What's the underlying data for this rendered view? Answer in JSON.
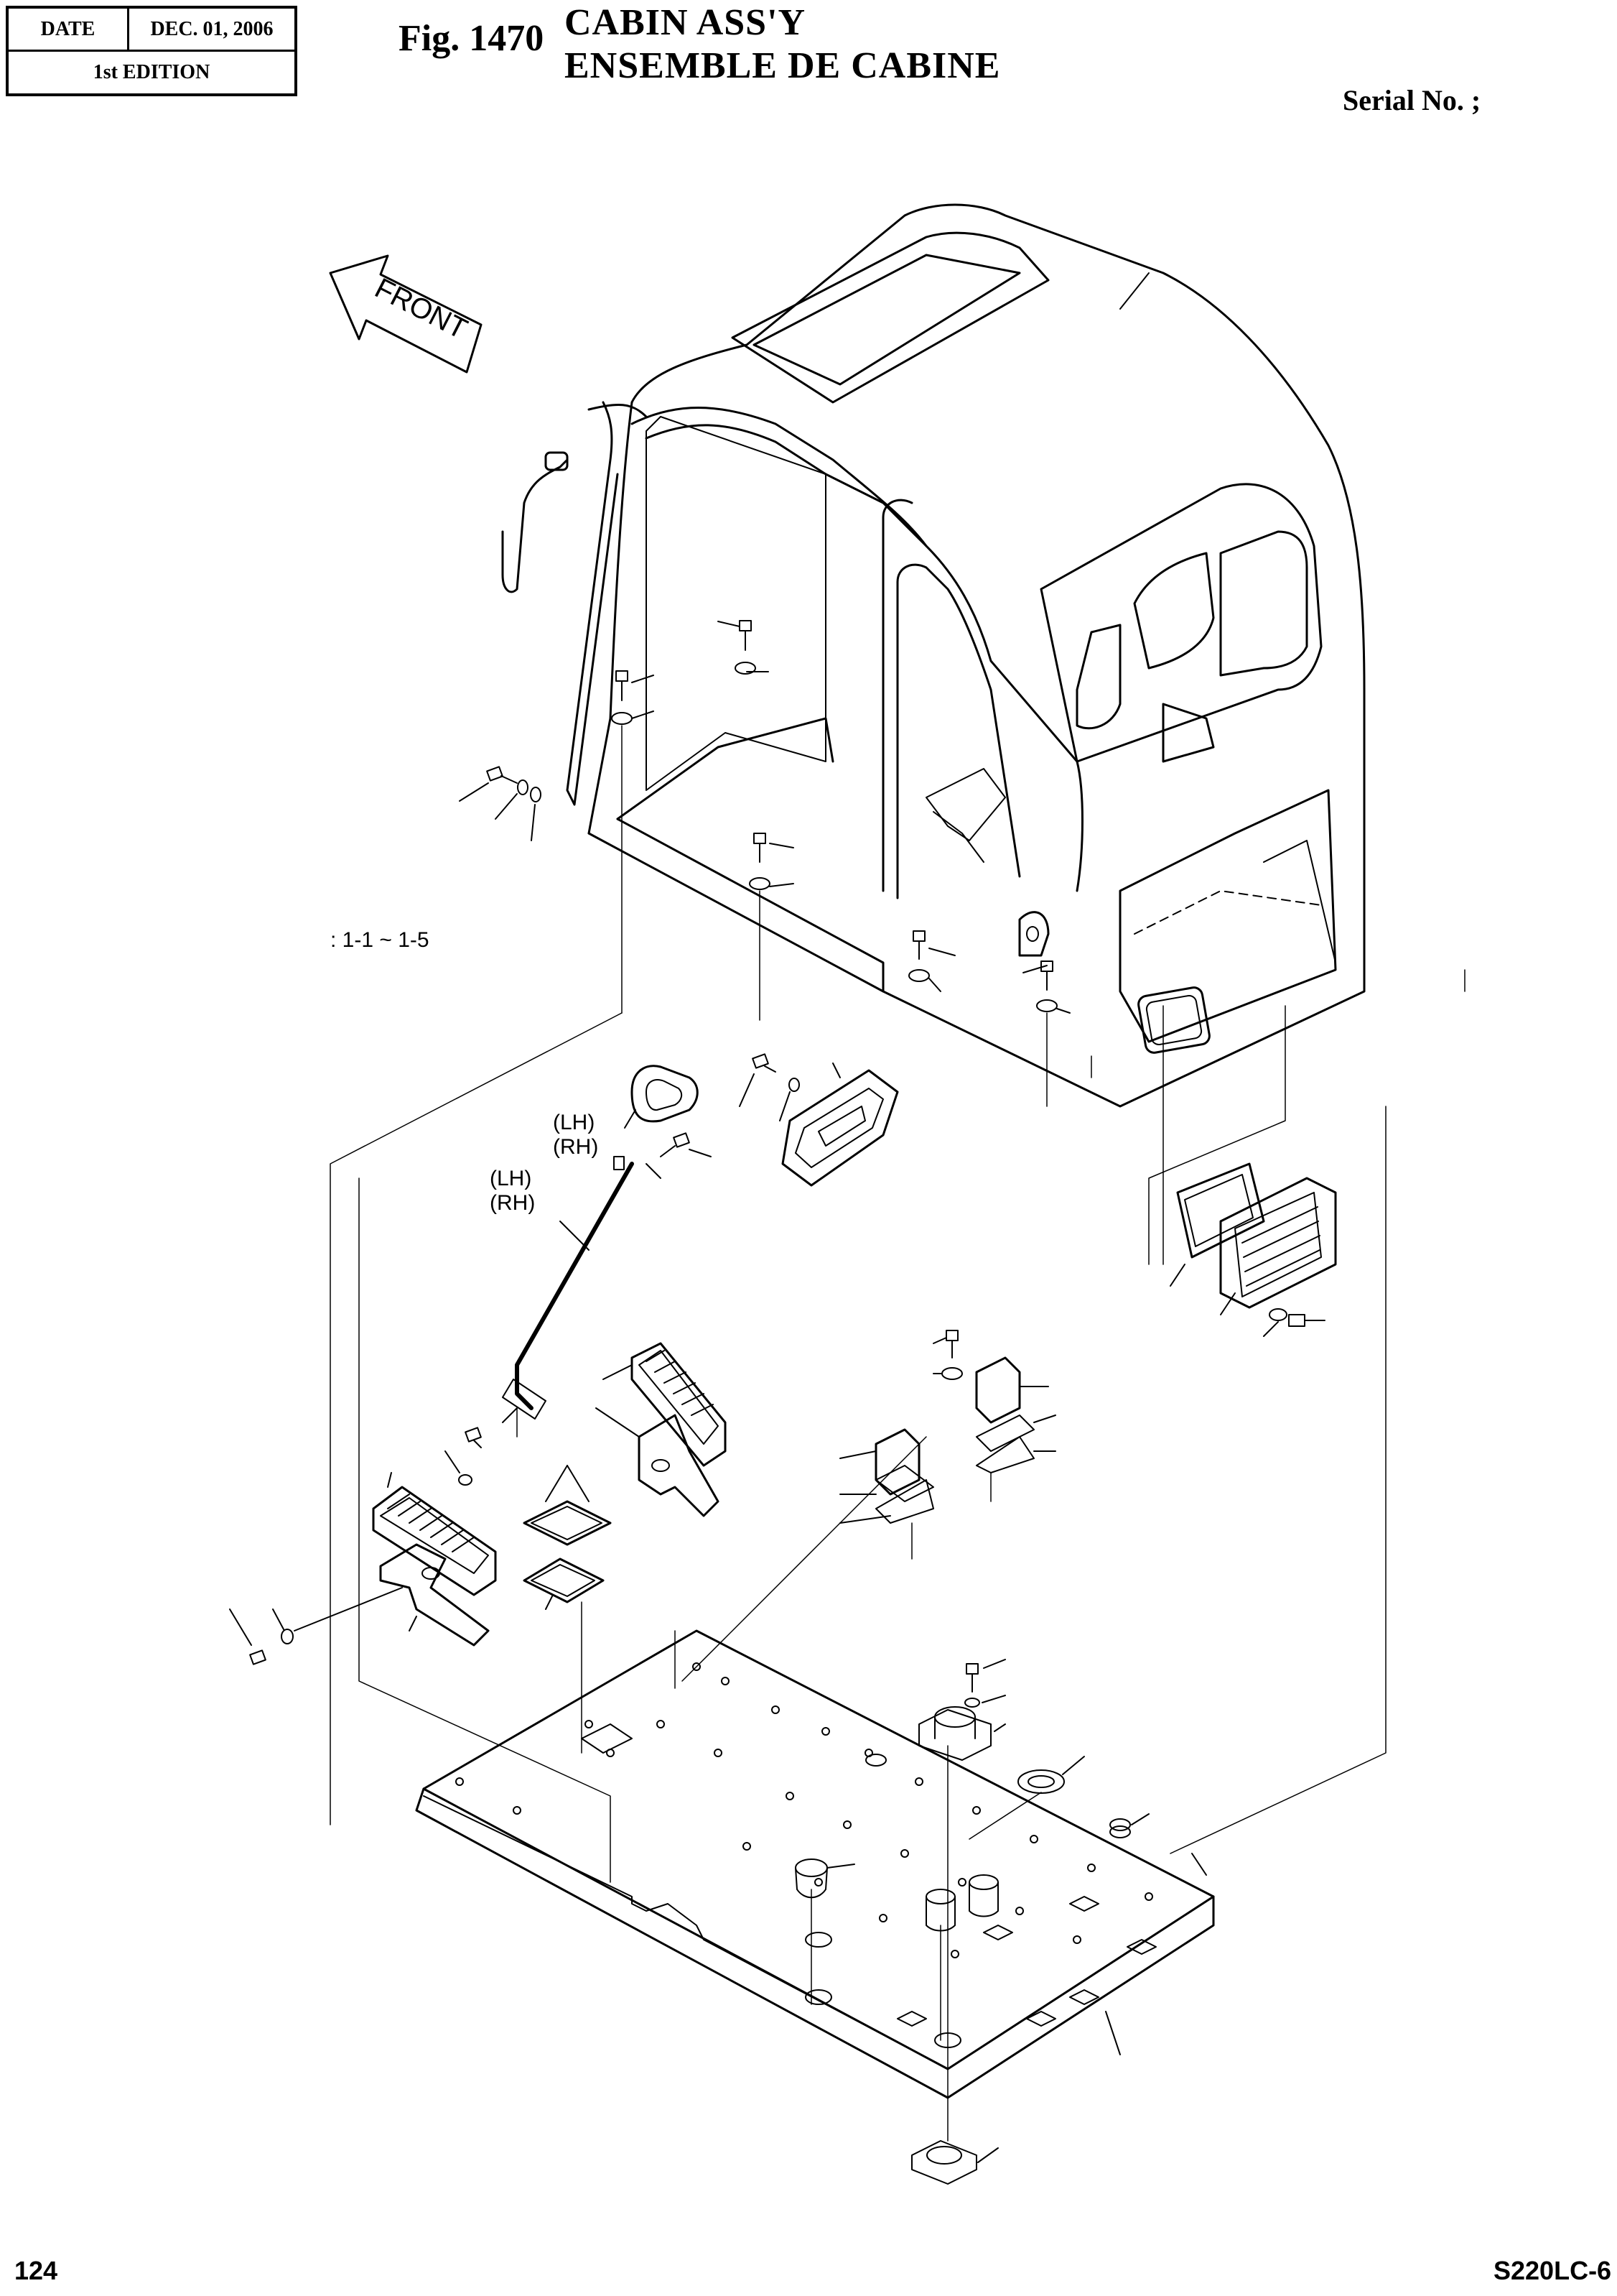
{
  "header": {
    "date_label": "DATE",
    "date_value": "DEC. 01, 2006",
    "edition": "1st EDITION",
    "fig_label": "Fig. 1470",
    "title_en": "CABIN ASS'Y",
    "title_fr": "ENSEMBLE DE CABINE",
    "serial": "Serial No. ;"
  },
  "diagram": {
    "front_label": "FRONT",
    "ref_note": ": 1-1 ~ 1-5",
    "pedal_bracket_side": [
      "(LH)",
      "(RH)"
    ],
    "lever_side": [
      "(LH)",
      "(RH)"
    ]
  },
  "footer": {
    "page": "124",
    "model": "S220LC-6"
  }
}
